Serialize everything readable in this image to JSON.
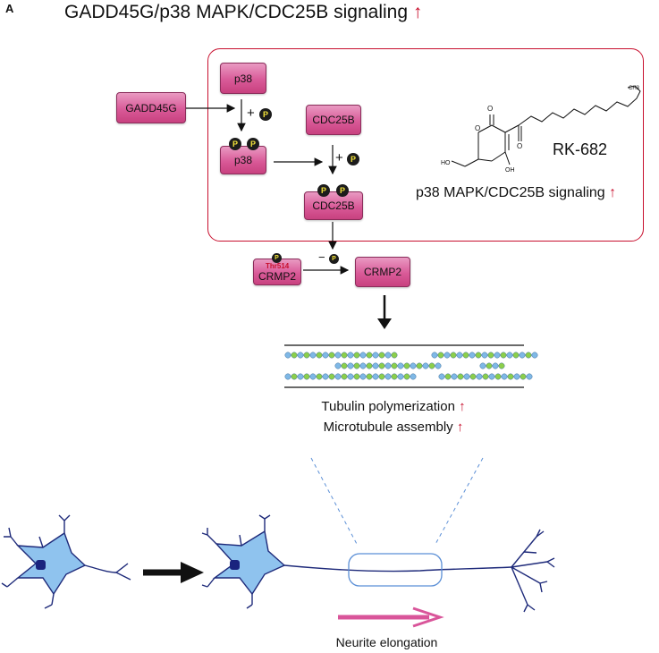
{
  "panel_letter": "A",
  "title": "GADD45G/p38 MAPK/CDC25B signaling",
  "up_arrow": "↑",
  "nodes": {
    "p38_top": "p38",
    "gadd45g": "GADD45G",
    "p38_phos": "p38",
    "cdc25b_top": "CDC25B",
    "cdc25b_phos": "CDC25B",
    "crmp2_phos": "CRMP2",
    "crmp2_site": "Thr514",
    "crmp2": "CRMP2"
  },
  "phosphate": "P",
  "plus": "+",
  "minus": "−",
  "compound": {
    "name": "RK-682",
    "labels": {
      "ch3": "CH3",
      "ho": "HO",
      "oh": "OH",
      "o1": "O",
      "o2": "O",
      "o3": "O"
    }
  },
  "box_caption": "p38 MAPK/CDC25B signaling",
  "outcomes": [
    "Tubulin polymerization",
    "Microtubule assembly"
  ],
  "neurite_label": "Neurite elongation",
  "colors": {
    "box_fill": "#d95a98",
    "frame": "#c8102e",
    "up_arrow": "#c8102e",
    "tubulin_blue": "#7fb8e6",
    "tubulin_green": "#8ccf4a",
    "neuron_fill": "#8fc3ee",
    "neuron_outline": "#1e2a7a",
    "neurite_arrow": "#d9559a"
  }
}
